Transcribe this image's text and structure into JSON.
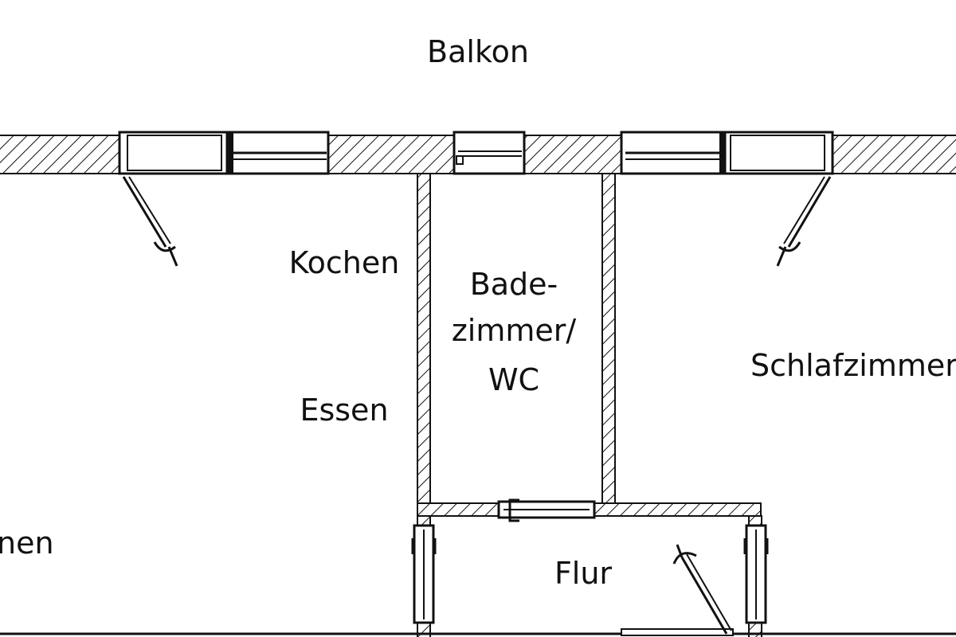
{
  "floorplan": {
    "labels": {
      "balkon": "Balkon",
      "kochen": "Kochen",
      "essen": "Essen",
      "bad_line1": "Bade-",
      "bad_line2": "zimmer/",
      "bad_line3": "WC",
      "schlafzimmer": "Schlafzimmer",
      "wohnen_fragment": "nen",
      "flur": "Flur"
    },
    "colors": {
      "line": "#111111",
      "background": "#ffffff"
    }
  }
}
